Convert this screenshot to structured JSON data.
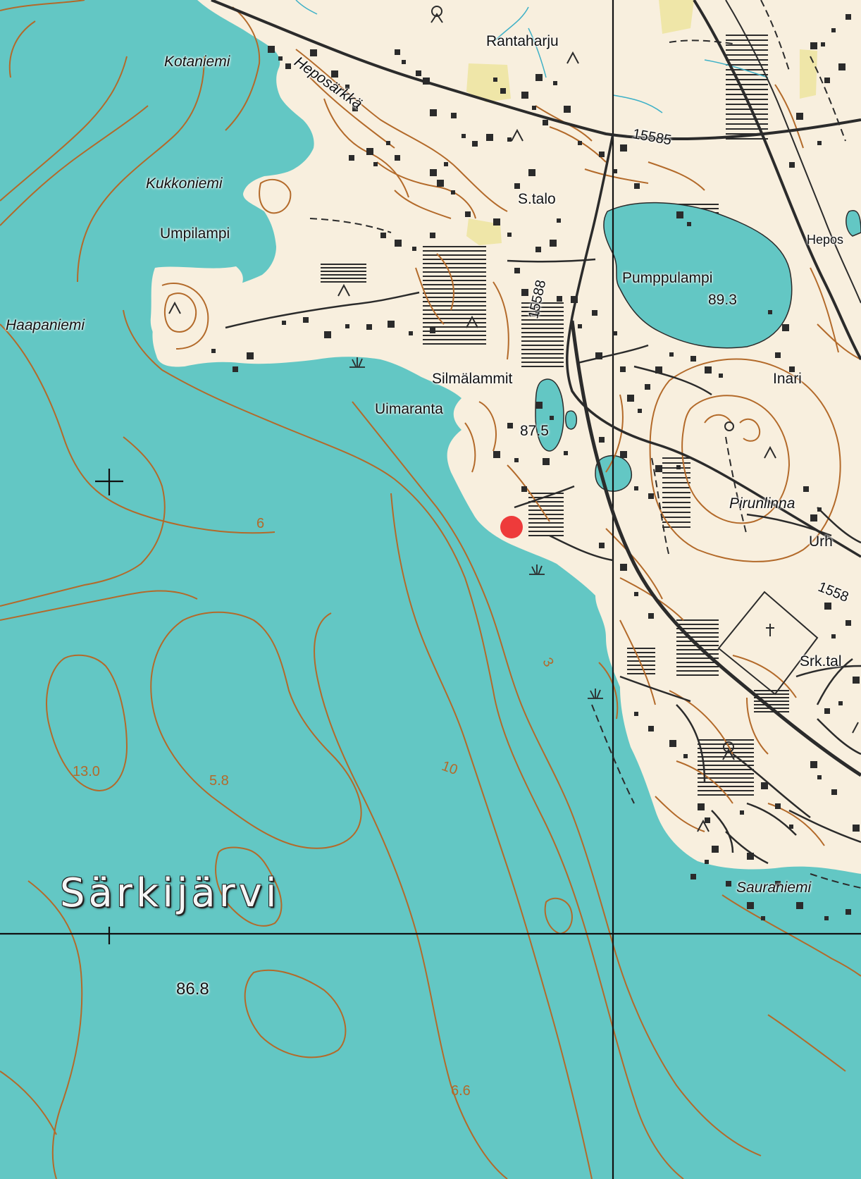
{
  "colors": {
    "water": "#63c7c4",
    "land": "#f8efde",
    "contour": "#b36a2a",
    "road": "#2b2b2b",
    "building": "#2b2b2b",
    "field": "#efe6a8",
    "marker": "#ee3b3b"
  },
  "labels": {
    "rantaharju": "Rantaharju",
    "heposarkka": "Heposärkkä",
    "kotaniemi": "Kotaniemi",
    "kukkoniemi": "Kukkoniemi",
    "umpilampi": "Umpilampi",
    "haapaniemi": "Haapaniemi",
    "s_talo": "S.talo",
    "pumppulampi": "Pumppulampi",
    "pumppulampi_elev": "89.3",
    "inari": "Inari",
    "silmalammit": "Silmälammit",
    "uimaranta": "Uimaranta",
    "silmalammit_elev": "87.5",
    "pirunlinna": "Pirunlinna",
    "urh": "Urh",
    "srk_talo": "Srk.tal",
    "sauraniemi": "Sauraniemi",
    "hepo_edge": "Hepos",
    "sarkijarvi": "Särkijärvi",
    "lake_elev": "86.8"
  },
  "roads": {
    "r15585_top": "15585",
    "r15588": "15588",
    "r1558_right": "1558"
  },
  "depths": {
    "d6": "6",
    "d3": "3",
    "d10": "10",
    "d13": "13.0",
    "d58": "5.8",
    "d66": "6.6"
  },
  "icons": [
    "crosshair-icon",
    "reed-symbol-icon",
    "red-location-marker-icon",
    "church-cross-icon",
    "rock-symbol-icon"
  ]
}
